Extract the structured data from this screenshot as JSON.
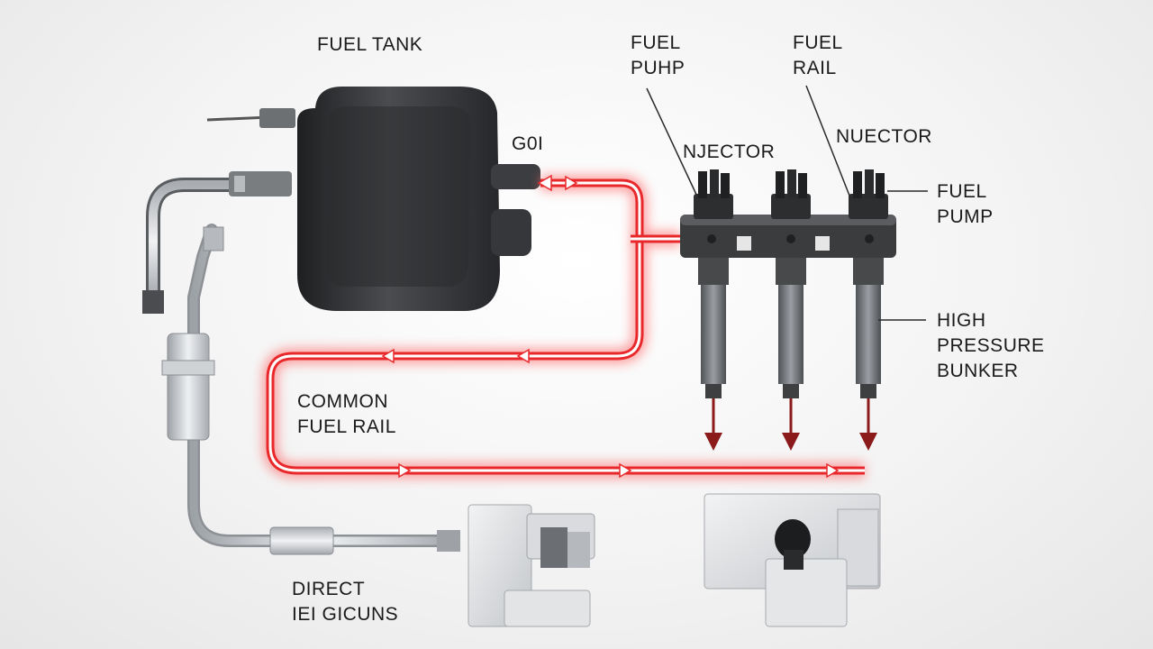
{
  "labels": {
    "fuel_tank": "FUEL TANK",
    "fuel_pump_top": [
      "FUEL",
      "PUHP"
    ],
    "fuel_rail_top": [
      "FUEL",
      "RAIL"
    ],
    "goi": "G0I",
    "injector_1": "NJECTOR",
    "injector_2": "NUECTOR",
    "fuel_pump_right": [
      "FUEL",
      "PUMP"
    ],
    "high_pressure": [
      "HIGH",
      "PRESSURE",
      "BUNKER"
    ],
    "common_fuel_rail": [
      "COMMON",
      "FUEL RAIL"
    ],
    "direct": [
      "DIRECT",
      "IEI GICUNS"
    ]
  },
  "colors": {
    "flow_line": "#e8282b",
    "flow_glow": "#ff6b6b",
    "tank": "#2f3133",
    "rail": "#3a3c3e",
    "pipe": "#c9ccd0",
    "arrow": "#8b1a1a"
  }
}
